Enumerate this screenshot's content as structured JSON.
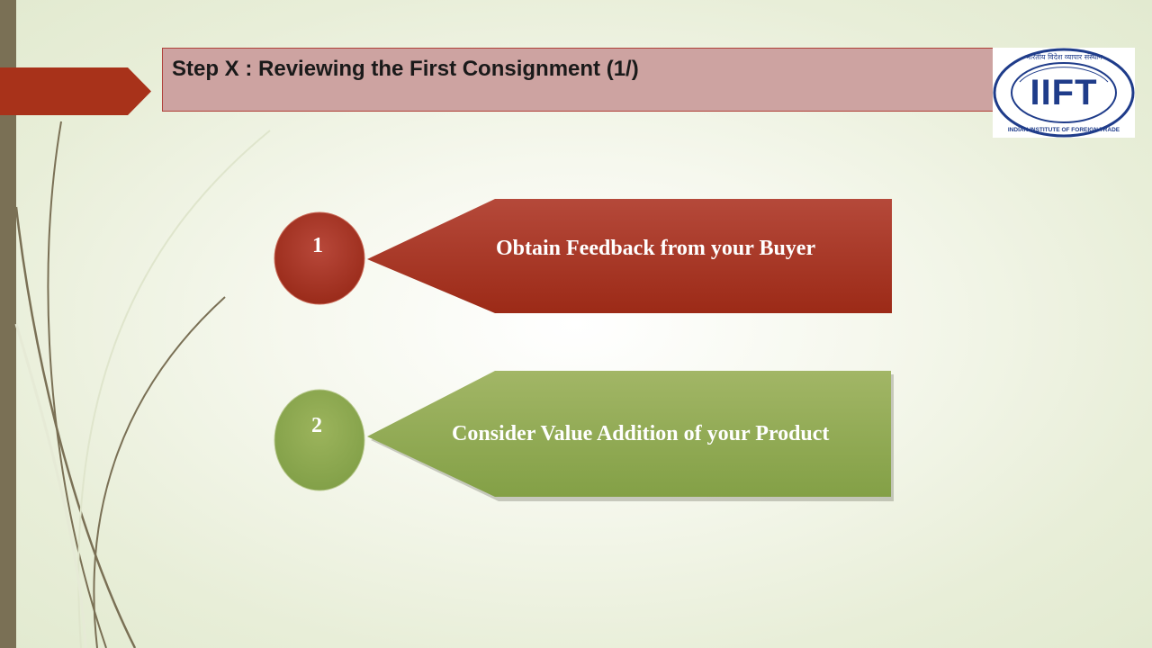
{
  "slide": {
    "title": "Step X : Reviewing the First Consignment (1/)",
    "logo": {
      "org": "INDIAN INSTITUTE OF FOREIGN TRADE",
      "hindi": "भारतीय विदेश व्यापार संस्थान",
      "monogram": "IIFT"
    }
  },
  "steps": [
    {
      "number": "1",
      "label": "Obtain Feedback from your Buyer",
      "color": "#a63a2a"
    },
    {
      "number": "2",
      "label": "Consider Value Addition of your Product",
      "color": "#8fa853"
    }
  ],
  "colors": {
    "accent_red": "#a8321a",
    "title_fill": "#cda3a1",
    "sidebar": "#7a7055",
    "logo_blue": "#1f3c8a"
  }
}
